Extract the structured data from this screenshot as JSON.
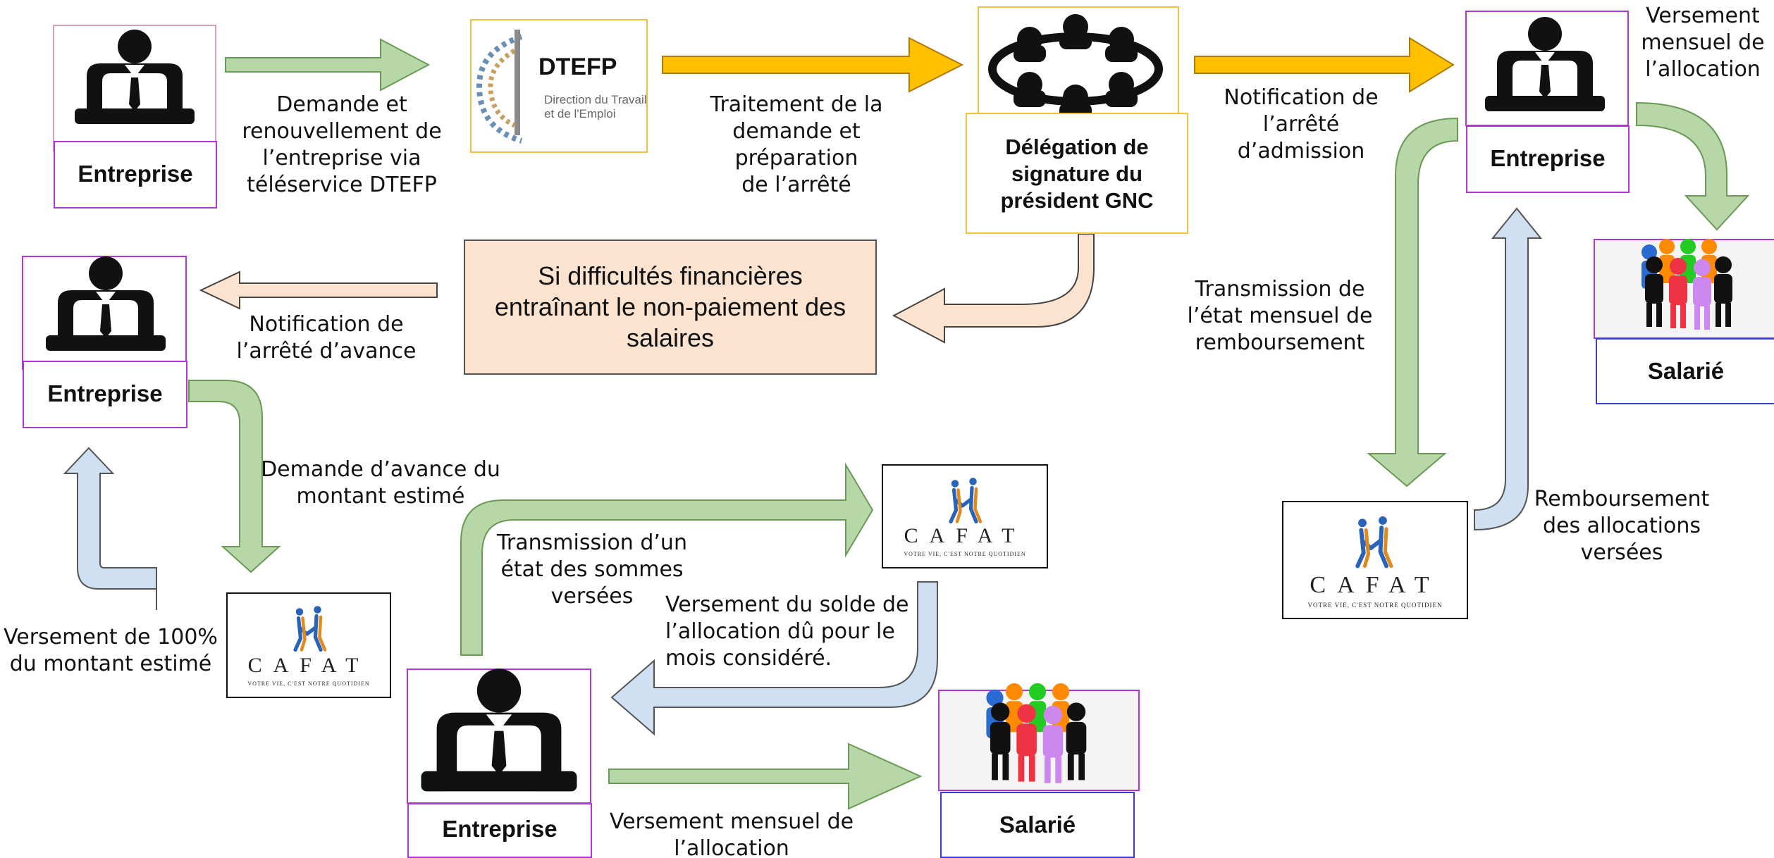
{
  "colors": {
    "green_arrow": "#b7d7a8",
    "green_stroke": "#6a9a55",
    "orange_arrow": "#ffc000",
    "peach_arrow": "#fbe3cf",
    "blue_arrow": "#cfe0f3",
    "purple_box": "#b036d8",
    "blue_box": "#3b3bd6",
    "gold_box": "#f0c040"
  },
  "nodes": {
    "entreprise_1": "Entreprise",
    "entreprise_2": "Entreprise",
    "entreprise_3": "Entreprise",
    "entreprise_4": "Entreprise",
    "salarie_1": "Salarié",
    "salarie_2": "Salarié",
    "dtefp": {
      "title": "DTEFP",
      "subtitle": "Direction du Travail\net de l'Emploi"
    },
    "delegation": "Délégation de\nsignature du\nprésident GNC",
    "cafat": {
      "word": "CAFAT",
      "tagline": "VOTRE VIE, C'EST NOTRE QUOTIDIEN"
    },
    "difficulty_box": "Si difficultés financières\nentraînant le non-paiement des\nsalaires"
  },
  "labels": {
    "demande": "Demande et\nrenouvellement de\nl’entreprise via\ntéléservice DTEFP",
    "traitement": "Traitement de la\ndemande et préparation\nde l’arrêté",
    "notif_admission": "Notification de\nl’arrêté\nd’admission",
    "versement_top": "Versement\nmensuel de\nl’allocation",
    "transmission_etat": "Transmission de\nl’état mensuel de\nremboursement",
    "remboursement": "Remboursement\ndes allocations\nversées",
    "notif_avance": "Notification de\nl’arrêté d’avance",
    "demande_avance": "Demande d’avance du\nmontant estimé",
    "versement_100": "Versement de 100%\ndu montant estimé",
    "transmission_sommes": "Transmission d’un\nétat des sommes\nversées",
    "versement_solde": "Versement du solde de\nl’allocation dû pour le\nmois considéré.",
    "versement_bottom": "Versement mensuel de\nl’allocation"
  }
}
